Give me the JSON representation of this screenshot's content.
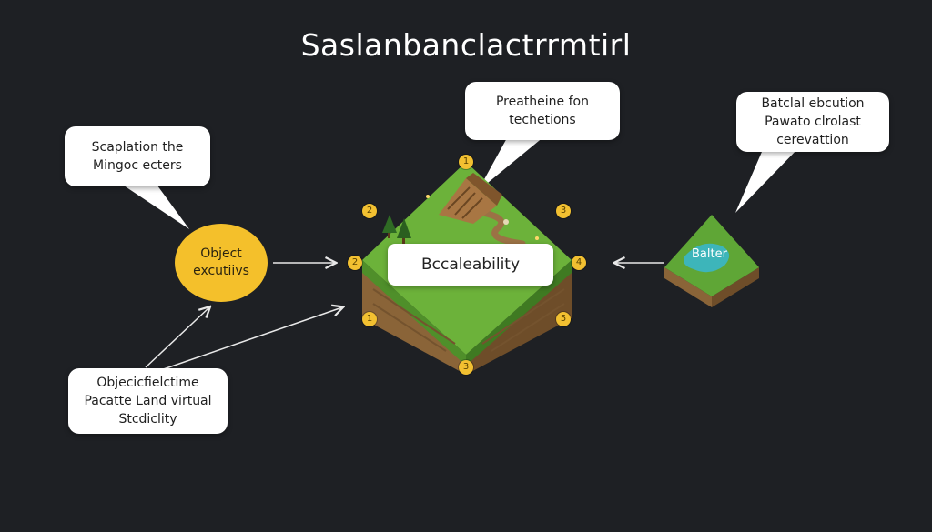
{
  "title": "Saslanbanclactrrmtirl",
  "bubbles": {
    "top_center": [
      "Preatheine fon",
      "techetions"
    ],
    "left": [
      "Scaplation the",
      "Mingoc ecters"
    ],
    "right": [
      "Batclal ebcution",
      "Pawato clrolast",
      "cerevattion"
    ],
    "bottom_left": [
      "Objecicfielctime",
      "Pacatte Land virtual",
      "Stcdiclity"
    ]
  },
  "object_node": [
    "Object",
    "excutiivs"
  ],
  "center_label": "Bccaleability",
  "small_block_label": "Balter",
  "badges": [
    "1",
    "2",
    "3",
    "2",
    "4",
    "1",
    "5",
    "3"
  ],
  "colors": {
    "background": "#1e2024",
    "grass": "#6cb23a",
    "soil": "#8a6438",
    "accent_yellow": "#f2c031",
    "water": "#3ab7c9"
  },
  "icons": [
    "pyramid-ruin-icon",
    "tree-icon",
    "arrow-right-icon",
    "arrow-left-icon"
  ]
}
